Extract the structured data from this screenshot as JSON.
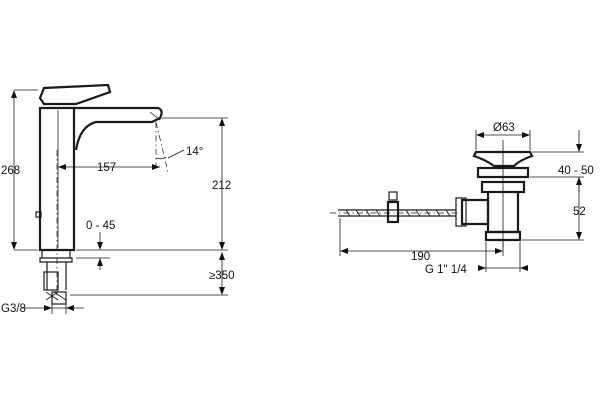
{
  "faucet": {
    "height_label": "268",
    "spout_reach_label": "157",
    "spout_angle_label": "14°",
    "spout_height_label": "212",
    "adjust_label": "0 - 45",
    "deck_label": "≥350",
    "thread_label": "G3/8"
  },
  "drain": {
    "diameter_label": "Ø63",
    "plug_range_label": "40 - 50",
    "body_height_label": "52",
    "rod_length_label": "190",
    "thread_label": "G 1\" 1/4"
  }
}
